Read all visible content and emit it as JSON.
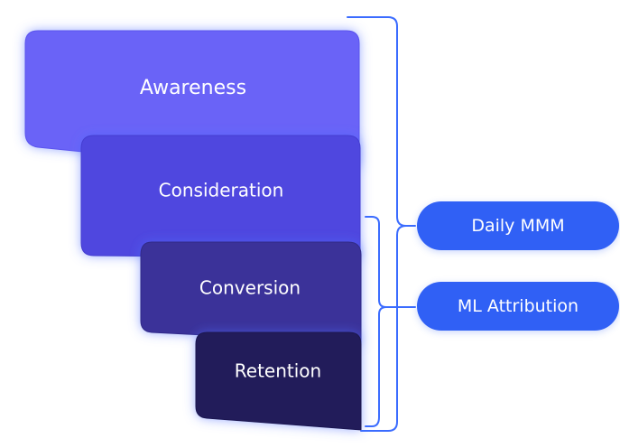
{
  "funnel": {
    "stages": [
      {
        "label": "Awareness",
        "color": "#6b63f7"
      },
      {
        "label": "Consideration",
        "color": "#4f47df"
      },
      {
        "label": "Conversion",
        "color": "#3a3199"
      },
      {
        "label": "Retention",
        "color": "#221c5a"
      }
    ],
    "glow_color": "#4c6bff",
    "bracket_color": "#3b6cff"
  },
  "tags": {
    "daily_mmm": "Daily MMM",
    "ml_attribution": "ML Attribution",
    "color": "#3060f5"
  }
}
